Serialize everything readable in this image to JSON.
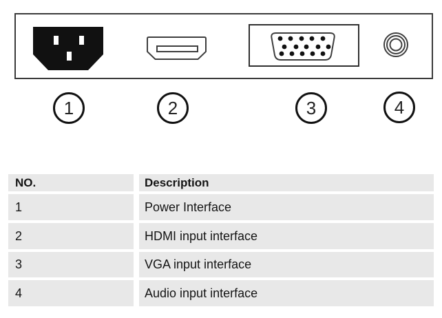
{
  "diagram": {
    "connectors": [
      {
        "number": "1",
        "icon": "power-inlet-icon"
      },
      {
        "number": "2",
        "icon": "hdmi-port-icon"
      },
      {
        "number": "3",
        "icon": "vga-port-icon"
      },
      {
        "number": "4",
        "icon": "audio-jack-icon"
      }
    ],
    "callouts": [
      "1",
      "2",
      "3",
      "4"
    ]
  },
  "table": {
    "headers": [
      "NO.",
      "Description"
    ],
    "rows": [
      {
        "no": "1",
        "description": "Power Interface"
      },
      {
        "no": "2",
        "description": "HDMI input interface"
      },
      {
        "no": "3",
        "description": "VGA input interface"
      },
      {
        "no": "4",
        "description": "Audio input interface"
      }
    ]
  },
  "colors": {
    "row_background": "#e8e8e8",
    "text": "#141414",
    "line": "#3a3a3a",
    "connector_fill": "#111111"
  }
}
